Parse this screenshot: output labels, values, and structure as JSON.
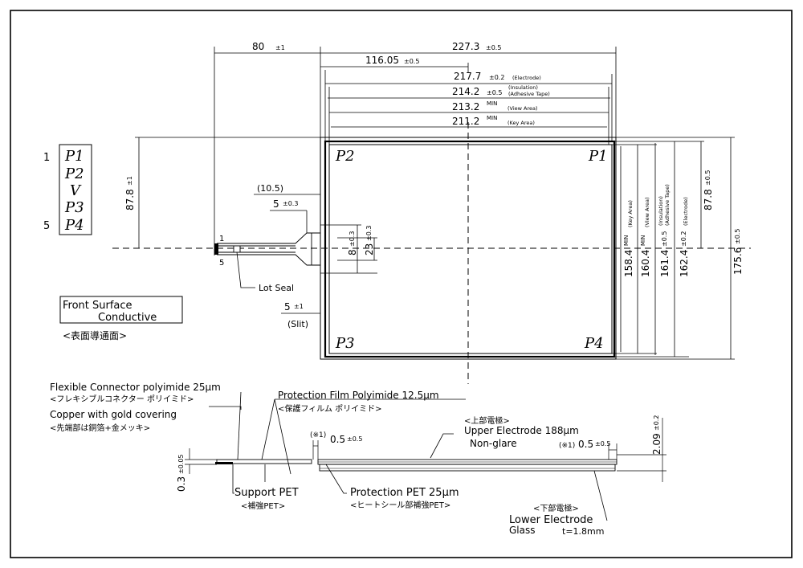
{
  "pin_legend": {
    "num_top": "1",
    "num_bottom": "5",
    "pins": [
      "P1",
      "P2",
      "V",
      "P3",
      "P4"
    ]
  },
  "corner_labels": {
    "top_left": "P2",
    "top_right": "P1",
    "bottom_left": "P3",
    "bottom_right": "P4"
  },
  "front_surface": {
    "line1": "Front Surface",
    "line2": "Conductive",
    "jp": "<表面導通面>"
  },
  "top_dims": {
    "d80": "80",
    "d80_tol": "±1",
    "d227": "227.3",
    "d227_tol": "±0.5",
    "d116": "116.05",
    "d116_tol": "±0.5",
    "d217": "217.7",
    "d217_tol": "±0.2",
    "d217_note": "(Electrode)",
    "d214": "214.2",
    "d214_tol": "±0.5",
    "d214_note1": "(Insulation)",
    "d214_note2": "(Adhesive Tape)",
    "d213": "213.2",
    "d213_min": "MIN",
    "d213_note": "(View Area)",
    "d211": "211.2",
    "d211_min": "MIN",
    "d211_note": "(Key Area)"
  },
  "right_dims": {
    "d158": "158.4",
    "d158_min": "MIN",
    "d158_note": "(Key Area)",
    "d160": "160.4",
    "d160_min": "MIN",
    "d160_note": "(View Area)",
    "d161": "161.4",
    "d161_tol": "±0.5",
    "d161_note1": "(Insulation)",
    "d161_note2": "(Adhesive Tape)",
    "d162": "162.4",
    "d162_tol": "±0.2",
    "d162_note": "(Electrode)",
    "d87_right": "87.8",
    "d87_right_tol": "±0.5",
    "d175": "175.6",
    "d175_tol": "±0.5"
  },
  "left_dims": {
    "d87_left": "87.8",
    "d87_left_tol": "±1"
  },
  "tail_dims": {
    "d10": "(10.5)",
    "d5a": "5",
    "d5a_tol": "±0.3",
    "d8": "8",
    "d8_tol": "±0.3",
    "d23": "23",
    "d23_tol": "±0.3",
    "pin1": "1",
    "pin5": "5",
    "lot_seal": "Lot Seal",
    "d5b": "5",
    "d5b_tol": "±1",
    "slit": "(Slit)"
  },
  "section": {
    "flex_conn": "Flexible Connector polyimide 25μm",
    "flex_conn_jp": "<フレキシブルコネクター ポリイミド>",
    "copper": "Copper with gold covering",
    "copper_jp": "<先端部は銅箔+金メッキ>",
    "prot_film": "Protection Film  Polyimide 12.5μm",
    "prot_film_jp": "<保護フィルム ポリイミド>",
    "upper_jp": "<上部電極>",
    "upper": "Upper Electrode  188μm",
    "nonglare": "Non-glare",
    "star1_left": "(※1)",
    "d05_left": "0.5",
    "d05_left_tol": "±0.5",
    "star1_right": "(※1)",
    "d05_right": "0.5",
    "d05_right_tol": "±0.5",
    "d209": "2.09",
    "d209_tol": "±0.2",
    "d03": "0.3",
    "d03_tol": "±0.05",
    "support": "Support PET",
    "support_jp": "<補強PET>",
    "prot_pet": "Protection PET  25μm",
    "prot_pet_jp": "<ヒートシール部補強PET>",
    "lower_jp": "<下部電極>",
    "lower": "Lower Electrode",
    "glass": "Glass",
    "thickness": "t=1.8mm"
  }
}
